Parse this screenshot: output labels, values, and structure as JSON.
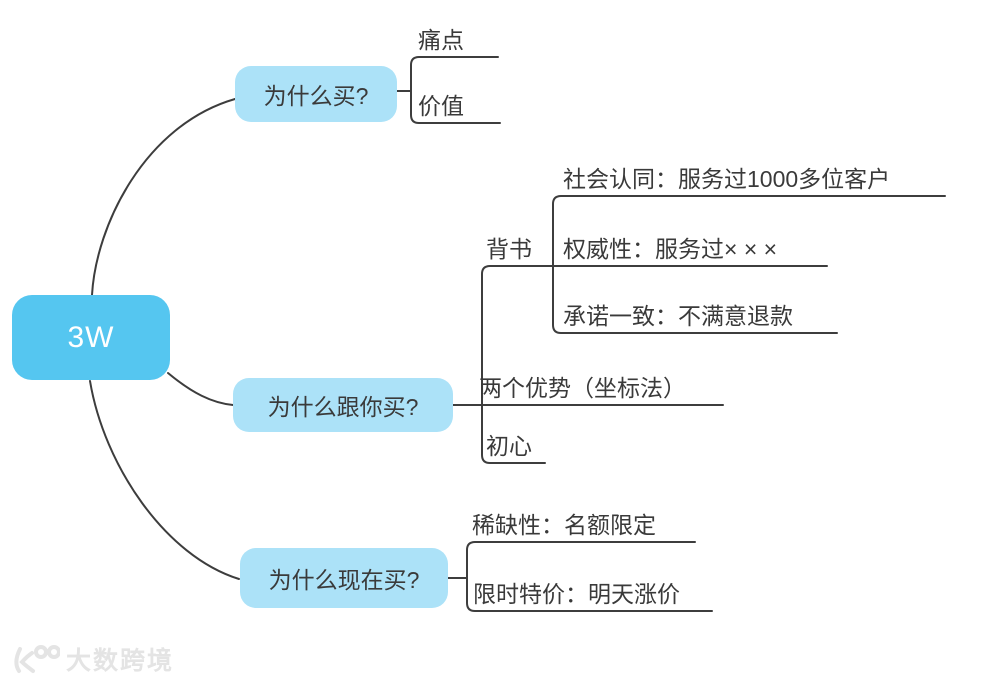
{
  "root": {
    "label": "3W"
  },
  "branches": [
    {
      "label": "为什么买?",
      "children": [
        {
          "label": "痛点"
        },
        {
          "label": "价值"
        }
      ]
    },
    {
      "label": "为什么跟你买?",
      "children": [
        {
          "label": "背书",
          "children": [
            {
              "label": "社会认同：服务过1000多位客户"
            },
            {
              "label": "权威性：服务过× × ×"
            },
            {
              "label": "承诺一致：不满意退款"
            }
          ]
        },
        {
          "label": "两个优势（坐标法）"
        },
        {
          "label": "初心"
        }
      ]
    },
    {
      "label": "为什么现在买?",
      "children": [
        {
          "label": "稀缺性：名额限定"
        },
        {
          "label": "限时特价：明天涨价"
        }
      ]
    }
  ],
  "watermark": {
    "text": "大数跨境"
  },
  "colors": {
    "root_fill": "#55c6f0",
    "root_text": "#ffffff",
    "branch_fill": "#ace2f8",
    "text": "#3a3a3a",
    "line": "#3d3d3d",
    "watermark": "#e4e4e4"
  }
}
